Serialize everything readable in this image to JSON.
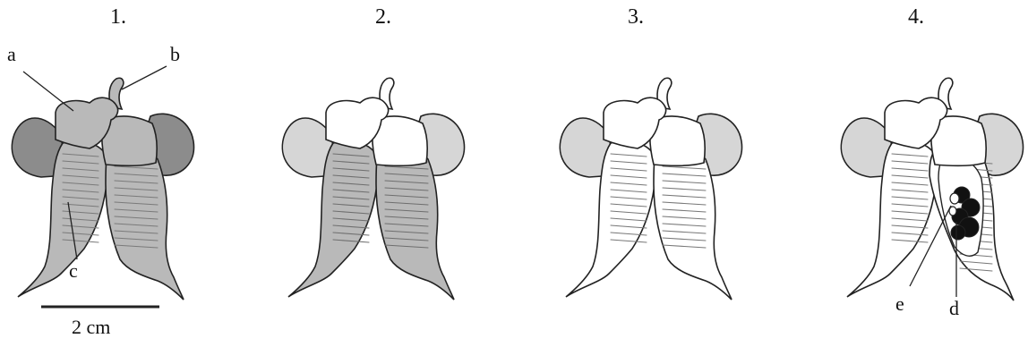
{
  "panels": [
    {
      "number": "1."
    },
    {
      "number": "2."
    },
    {
      "number": "3."
    },
    {
      "number": "4."
    }
  ],
  "labels": {
    "a": "a",
    "b": "b",
    "c": "c",
    "d": "d",
    "e": "e"
  },
  "scale_bar": {
    "text": "2 cm"
  },
  "colors": {
    "stroke": "#222222",
    "dark_petal": "#8c8c8c",
    "mid_gray": "#b9b9b9",
    "light_gray": "#d6d6d6",
    "white": "#ffffff",
    "seed": "#111111"
  }
}
